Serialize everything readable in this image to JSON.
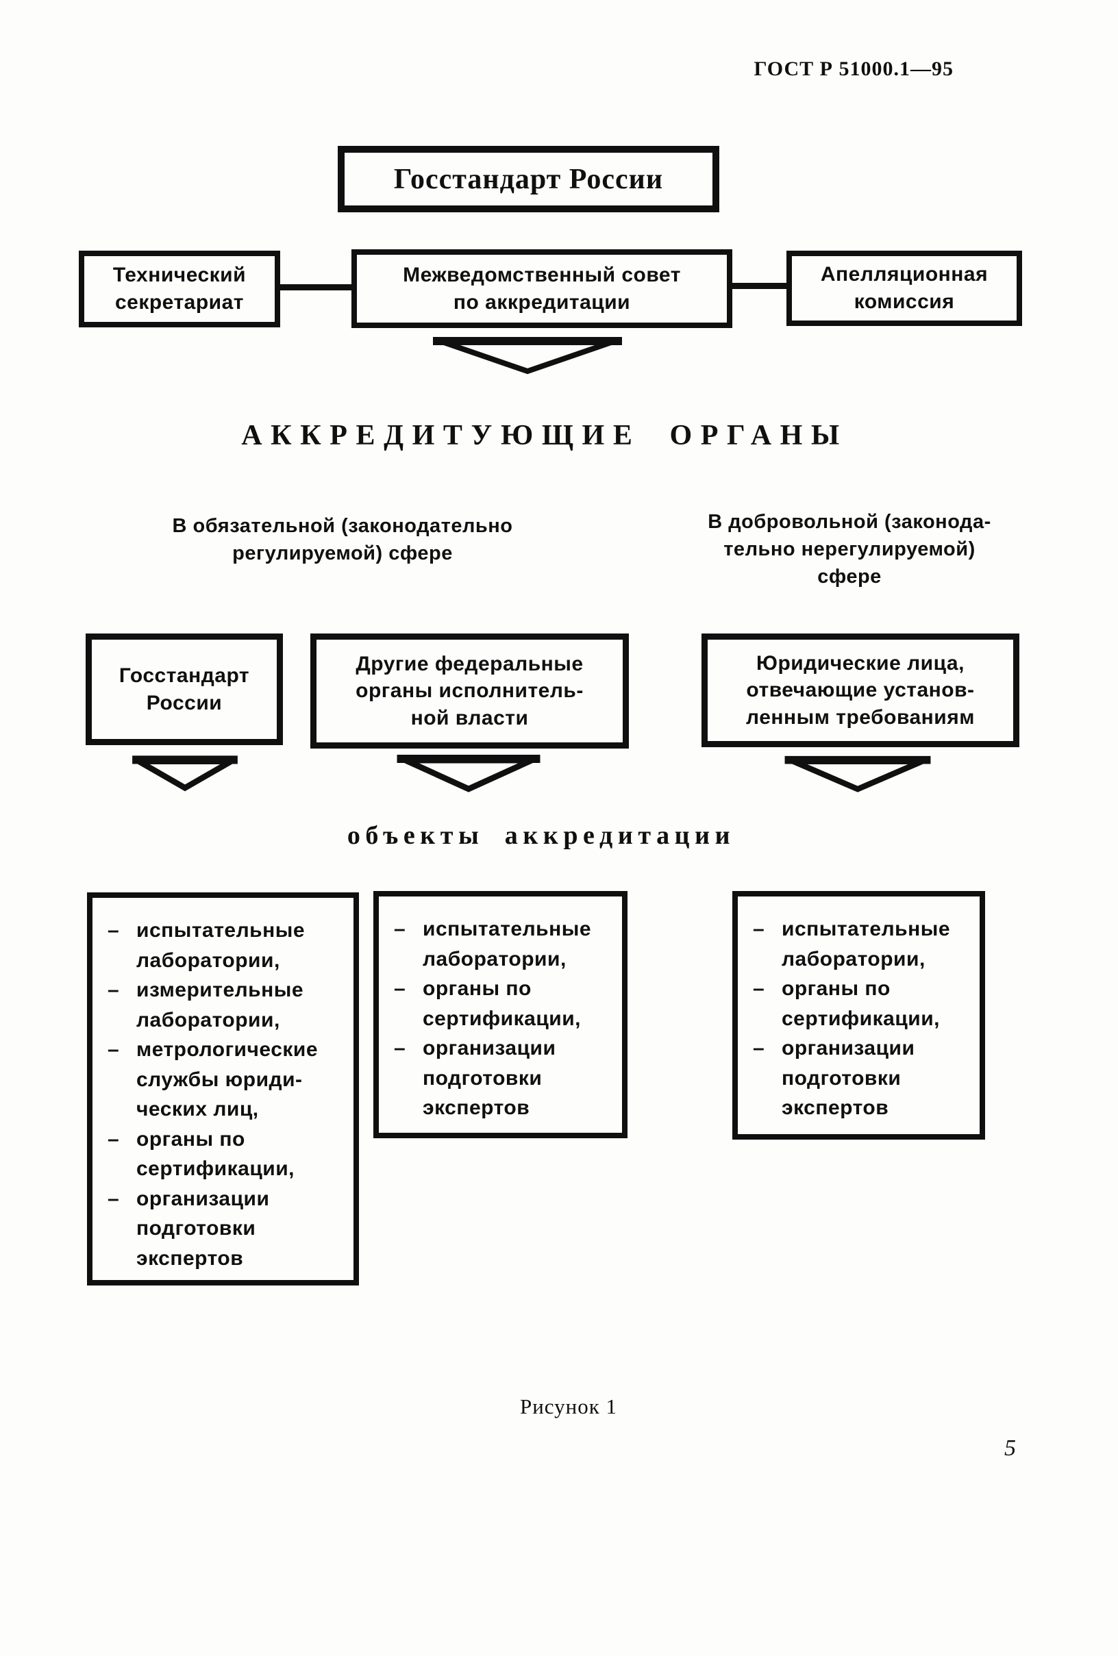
{
  "doc": {
    "standard_code": "ГОСТ Р 51000.1—95",
    "figure_caption": "Рисунок 1",
    "page_number": "5"
  },
  "glyphs": {
    "dash": "–"
  },
  "top_box": {
    "label": "Госстандарт России"
  },
  "council_row": {
    "secretariat": "Технический\nсекретариат",
    "council": "Межведомственный совет\nпо аккредитации",
    "appeal": "Апелляционная\nкомиссия"
  },
  "accrediting": {
    "heading": "АККРЕДИТУЮЩИЕ ОРГАНЫ",
    "mandatory_sphere": "В обязательной (законодательно\nрегулируемой) сфере",
    "voluntary_sphere": "В добровольной (законода-\nтельно нерегулируемой)\nсфере",
    "bodies": [
      {
        "label": "Госстандарт\nРоссии"
      },
      {
        "label": "Другие федеральные\nорганы исполнитель-\nной власти"
      },
      {
        "label": "Юридические лица,\nотвечающие установ-\nленным требованиям"
      }
    ]
  },
  "objects": {
    "heading": "объекты аккредитации",
    "boxes": [
      {
        "items": [
          "испытательные\nлаборатории,",
          "измерительные\nлаборатории,",
          "метрологические\nслужбы юриди-\nческих лиц,",
          "органы по\nсертификации,",
          "организации\nподготовки\nэкспертов"
        ]
      },
      {
        "items": [
          "испытательные\nлаборатории,",
          "органы по\nсертификации,",
          "организации\nподготовки\nэкспертов"
        ]
      },
      {
        "items": [
          "испытательные\nлаборатории,",
          "органы по\nсертификации,",
          "организации\nподготовки\nэкспертов"
        ]
      }
    ]
  }
}
